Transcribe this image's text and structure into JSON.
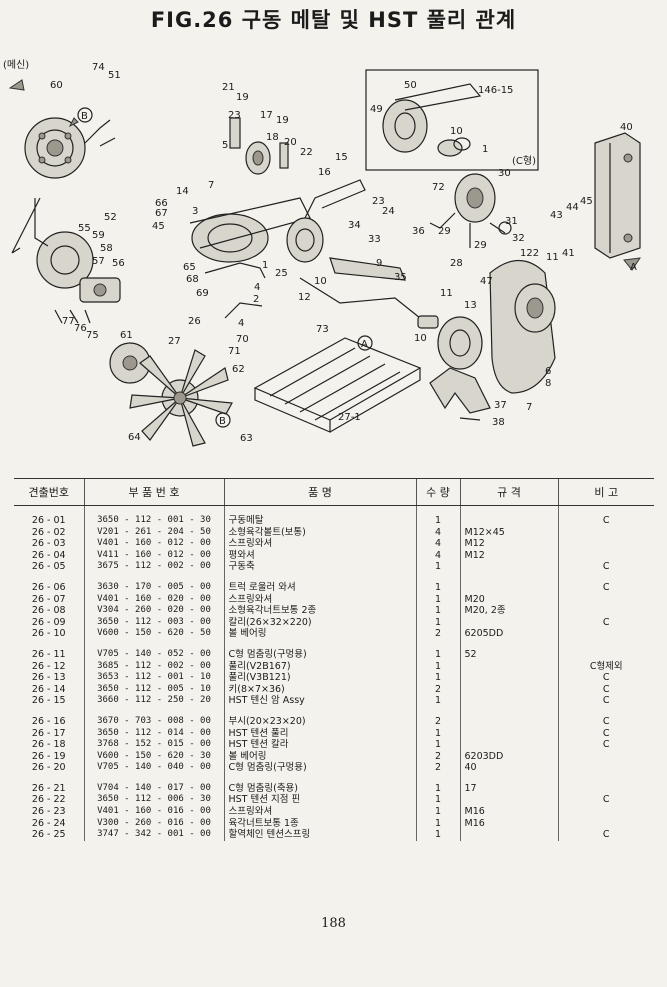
{
  "title": "FIG.26 구동 메탈 및 HST 풀리 관계",
  "diagram": {
    "labels": {
      "l60": "60",
      "l74": "74",
      "l51": "51",
      "l_maesin": "(메신)",
      "lB1": "B",
      "l21": "21",
      "l19a": "19",
      "l23": "23",
      "l17": "17",
      "l19b": "19",
      "l18": "18",
      "l20": "20",
      "l5": "5",
      "l22": "22",
      "l16": "16",
      "l15": "15",
      "l14": "14",
      "l7": "7",
      "l66": "66",
      "l67": "67",
      "l3": "3",
      "l45": "45",
      "l52": "52",
      "l55": "55",
      "l59": "59",
      "l58": "58",
      "l57": "57",
      "l56": "56",
      "l65": "65",
      "l68": "68",
      "l69": "69",
      "l25": "25",
      "l1": "1",
      "l12": "12",
      "l10a": "10",
      "l34": "34",
      "l33": "33",
      "l24": "24",
      "l23b": "23",
      "l36": "36",
      "l9": "9",
      "l35": "35",
      "l4a": "4",
      "l2": "2",
      "l4b": "4",
      "l26": "26",
      "l27": "27",
      "l70": "70",
      "l71": "71",
      "l61": "61",
      "l62": "62",
      "l77": "77",
      "l76": "76",
      "l75": "75",
      "l64": "64",
      "l63": "63",
      "lB2": "B",
      "l73": "73",
      "lA1": "A",
      "l27_1": "27-1",
      "l50": "50",
      "l146_15": "146-15",
      "l49": "49",
      "l10b": "10",
      "l1b": "1",
      "l_c": "(C형)",
      "l72": "72",
      "l30": "30",
      "l29a": "29",
      "l29b": "29",
      "l28": "28",
      "l31": "31",
      "l32": "32",
      "l40": "40",
      "l43": "43",
      "l44": "44",
      "l45b": "45",
      "l41": "41",
      "lA2": "A",
      "l122": "122",
      "l11a": "11",
      "l47": "47",
      "l11b": "11",
      "l13": "13",
      "l10c": "10",
      "l6": "6",
      "l8": "8",
      "l7b": "7",
      "l37": "37",
      "l38": "38"
    }
  },
  "table": {
    "headers": [
      "견출번호",
      "부 품 번 호",
      "품                명",
      "수 량",
      "규    격",
      "비 고"
    ],
    "groups": [
      [
        {
          "no": "26 - 01",
          "code": "3650 - 112 - 001 - 30",
          "name": "구동메탈",
          "qty": "1",
          "spec": "",
          "note": "C"
        },
        {
          "no": "26 - 02",
          "code": "V201 - 261 - 204 - 50",
          "name": "소형육각볼트(보통)",
          "qty": "4",
          "spec": "M12×45",
          "note": ""
        },
        {
          "no": "26 - 03",
          "code": "V401 - 160 - 012 - 00",
          "name": "스프링와셔",
          "qty": "4",
          "spec": "M12",
          "note": ""
        },
        {
          "no": "26 - 04",
          "code": "V411 - 160 - 012 - 00",
          "name": "평와셔",
          "qty": "4",
          "spec": "M12",
          "note": ""
        },
        {
          "no": "26 - 05",
          "code": "3675 - 112 - 002 - 00",
          "name": "구동축",
          "qty": "1",
          "spec": "",
          "note": "C"
        }
      ],
      [
        {
          "no": "26 - 06",
          "code": "3630 - 170 - 005 - 00",
          "name": "트럭 로울러 와셔",
          "qty": "1",
          "spec": "",
          "note": "C"
        },
        {
          "no": "26 - 07",
          "code": "V401 - 160 - 020 - 00",
          "name": "스프링와셔",
          "qty": "1",
          "spec": "M20",
          "note": ""
        },
        {
          "no": "26 - 08",
          "code": "V304 - 260 - 020 - 00",
          "name": "소형육각너트보통 2종",
          "qty": "1",
          "spec": "M20, 2종",
          "note": ""
        },
        {
          "no": "26 - 09",
          "code": "3650 - 112 - 003 - 00",
          "name": "칼리(26×32×220)",
          "qty": "1",
          "spec": "",
          "note": "C"
        },
        {
          "no": "26 - 10",
          "code": "V600 - 150 - 620 - 50",
          "name": "볼 베어링",
          "qty": "2",
          "spec": "6205DD",
          "note": ""
        }
      ],
      [
        {
          "no": "26 - 11",
          "code": "V705 - 140 - 052 - 00",
          "name": "C형 멈춤링(구멍용)",
          "qty": "1",
          "spec": "52",
          "note": ""
        },
        {
          "no": "26 - 12",
          "code": "3685 - 112 - 002 - 00",
          "name": "풀리(V2B167)",
          "qty": "1",
          "spec": "",
          "note": "C형제외"
        },
        {
          "no": "26 - 13",
          "code": "3653 - 112 - 001 - 10",
          "name": "풀리(V3B121)",
          "qty": "1",
          "spec": "",
          "note": "C"
        },
        {
          "no": "26 - 14",
          "code": "3650 - 112 - 005 - 10",
          "name": "키(8×7×36)",
          "qty": "2",
          "spec": "",
          "note": "C"
        },
        {
          "no": "26 - 15",
          "code": "3660 - 112 - 250 - 20",
          "name": "HST 텐신 암 Assy",
          "qty": "1",
          "spec": "",
          "note": "C"
        }
      ],
      [
        {
          "no": "26 - 16",
          "code": "3670 - 703 - 008 - 00",
          "name": "부시(20×23×20)",
          "qty": "2",
          "spec": "",
          "note": "C"
        },
        {
          "no": "26 - 17",
          "code": "3650 - 112 - 014 - 00",
          "name": "HST 텐션 풀리",
          "qty": "1",
          "spec": "",
          "note": "C"
        },
        {
          "no": "26 - 18",
          "code": "3768 - 152 - 015 - 00",
          "name": "HST 텐션 칼라",
          "qty": "1",
          "spec": "",
          "note": "C"
        },
        {
          "no": "26 - 19",
          "code": "V600 - 150 - 620 - 30",
          "name": "볼 베어링",
          "qty": "2",
          "spec": "6203DD",
          "note": ""
        },
        {
          "no": "26 - 20",
          "code": "V705 - 140 - 040 - 00",
          "name": "C형 멈춤링(구멍용)",
          "qty": "2",
          "spec": "40",
          "note": ""
        }
      ],
      [
        {
          "no": "26 - 21",
          "code": "V704 - 140 - 017 - 00",
          "name": "C형 멈춤링(축용)",
          "qty": "1",
          "spec": "17",
          "note": ""
        },
        {
          "no": "26 - 22",
          "code": "3650 - 112 - 006 - 30",
          "name": "HST 텐션 지점 핀",
          "qty": "1",
          "spec": "",
          "note": "C"
        },
        {
          "no": "26 - 23",
          "code": "V401 - 160 - 016 - 00",
          "name": "스프링와셔",
          "qty": "1",
          "spec": "M16",
          "note": ""
        },
        {
          "no": "26 - 24",
          "code": "V300 - 260 - 016 - 00",
          "name": "육각너트보통 1종",
          "qty": "1",
          "spec": "M16",
          "note": ""
        },
        {
          "no": "26 - 25",
          "code": "3747 - 342 - 001 - 00",
          "name": "할역체인 텐션스프링",
          "qty": "1",
          "spec": "",
          "note": "C"
        }
      ]
    ]
  },
  "page_number": "188"
}
